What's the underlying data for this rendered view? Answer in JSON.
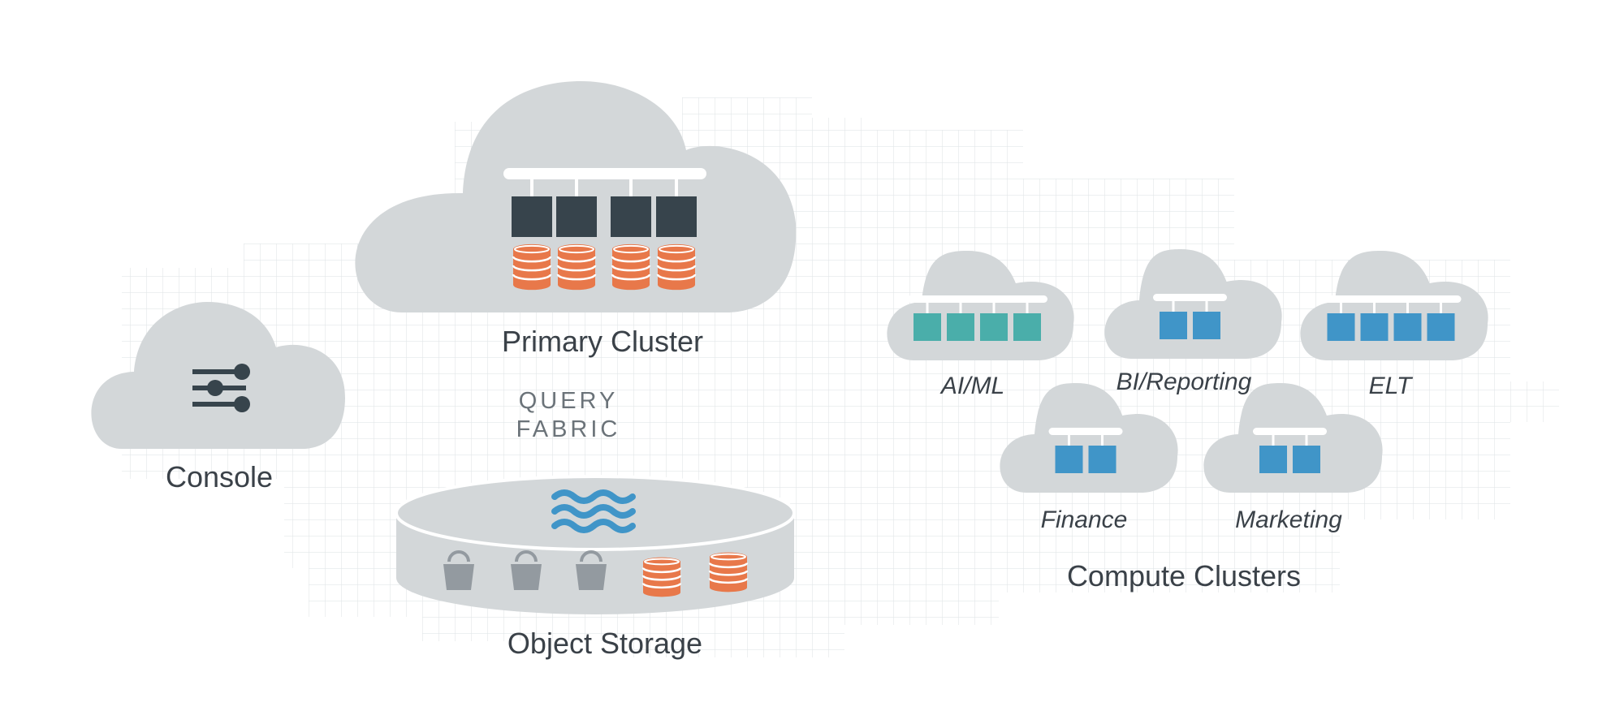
{
  "labels": {
    "console": "Console",
    "primary_cluster": "Primary Cluster",
    "query_fabric_line1": "QUERY",
    "query_fabric_line2": "FABRIC",
    "object_storage": "Object Storage",
    "compute_clusters": "Compute Clusters"
  },
  "clusters": {
    "ai_ml": "AI/ML",
    "bi_reporting": "BI/Reporting",
    "elt": "ELT",
    "finance": "Finance",
    "marketing": "Marketing"
  },
  "colors": {
    "cloud": "#d3d7d9",
    "server_dark": "#37444c",
    "database_orange": "#e8784a",
    "node_teal": "#4aaeaa",
    "node_blue": "#4095c8",
    "bucket_gray": "#939aa0",
    "grid_line": "#dfe3e5",
    "text": "#3a4148"
  },
  "icons": {
    "console": "sliders-icon",
    "primary_nodes": "server-icon",
    "primary_storage": "database-icon",
    "lake": "waves-icon",
    "bucket": "bucket-icon"
  }
}
